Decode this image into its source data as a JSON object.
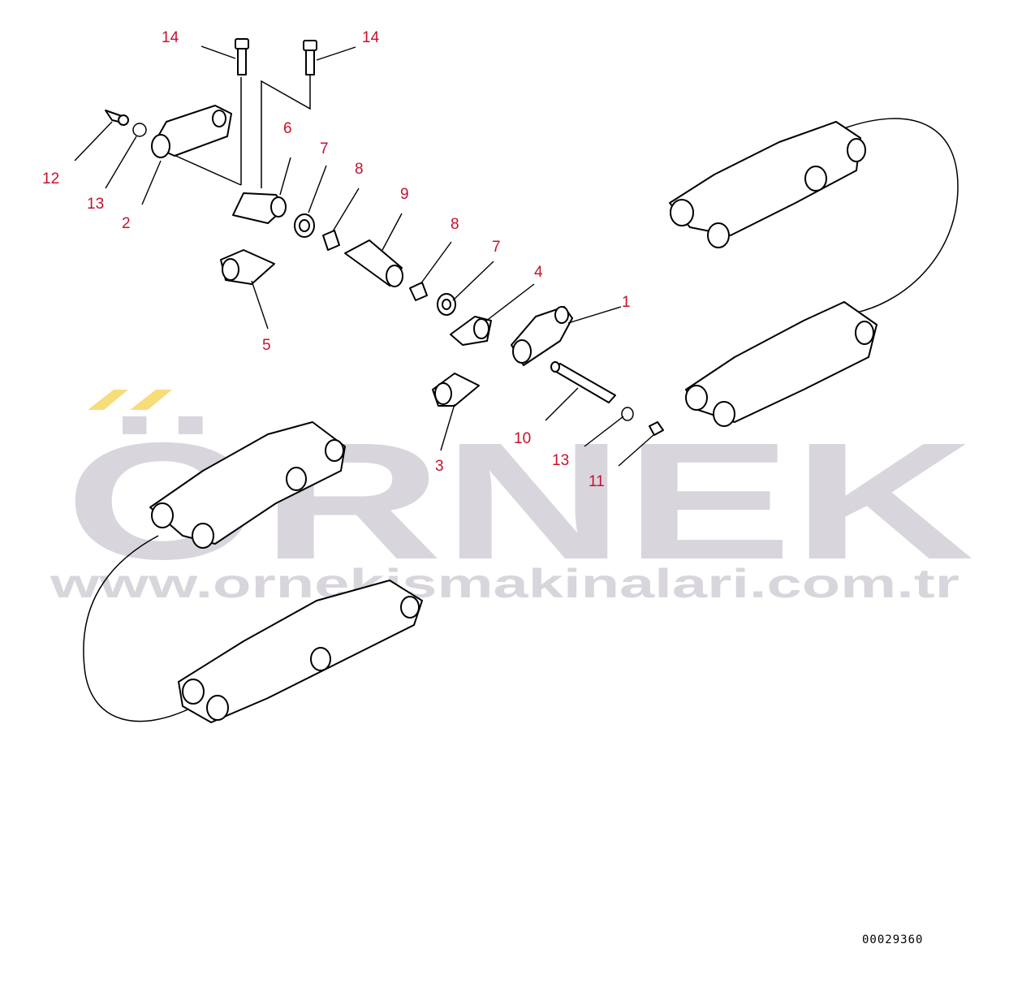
{
  "watermark": {
    "brand": "ÖRNEK",
    "url": "www.ornekismakinalari.com.tr",
    "accent_color": "#f7dc7a",
    "text_color": "#d8d5dc"
  },
  "drawing_code": "00029360",
  "callouts": [
    {
      "id": "c14a",
      "text": "14"
    },
    {
      "id": "c14b",
      "text": "14"
    },
    {
      "id": "c6",
      "text": "6"
    },
    {
      "id": "c7a",
      "text": "7"
    },
    {
      "id": "c8a",
      "text": "8"
    },
    {
      "id": "c9",
      "text": "9"
    },
    {
      "id": "c8b",
      "text": "8"
    },
    {
      "id": "c7b",
      "text": "7"
    },
    {
      "id": "c4",
      "text": "4"
    },
    {
      "id": "c1",
      "text": "1"
    },
    {
      "id": "c12",
      "text": "12"
    },
    {
      "id": "c13a",
      "text": "13"
    },
    {
      "id": "c2",
      "text": "2"
    },
    {
      "id": "c5",
      "text": "5"
    },
    {
      "id": "c3",
      "text": "3"
    },
    {
      "id": "c10",
      "text": "10"
    },
    {
      "id": "c13b",
      "text": "13"
    },
    {
      "id": "c11",
      "text": "11"
    }
  ],
  "colors": {
    "callout": "#c8102e",
    "line": "#000000"
  }
}
